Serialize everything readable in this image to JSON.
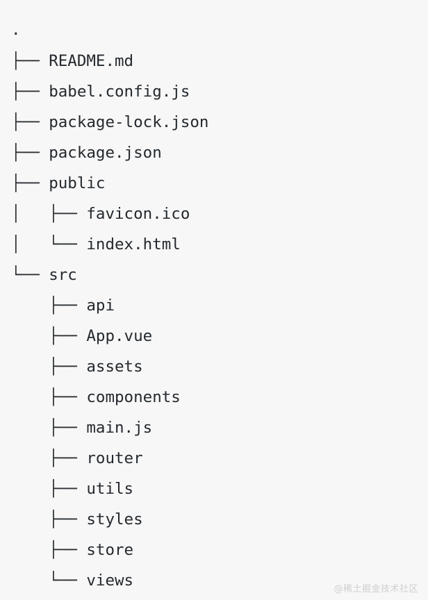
{
  "document": {
    "type": "directory-tree-output",
    "background_color": "#f7f7f7",
    "text_color": "#24292e",
    "root": "."
  },
  "tree": {
    "lines": [
      {
        "prefix": "",
        "name": ".",
        "depth": 0,
        "kind": "root"
      },
      {
        "prefix": "├── ",
        "name": "README.md",
        "depth": 1,
        "kind": "file"
      },
      {
        "prefix": "├── ",
        "name": "babel.config.js",
        "depth": 1,
        "kind": "file"
      },
      {
        "prefix": "├── ",
        "name": "package-lock.json",
        "depth": 1,
        "kind": "file"
      },
      {
        "prefix": "├── ",
        "name": "package.json",
        "depth": 1,
        "kind": "file"
      },
      {
        "prefix": "├── ",
        "name": "public",
        "depth": 1,
        "kind": "directory"
      },
      {
        "prefix": "│   ├── ",
        "name": "favicon.ico",
        "depth": 2,
        "kind": "file"
      },
      {
        "prefix": "│   └── ",
        "name": "index.html",
        "depth": 2,
        "kind": "file"
      },
      {
        "prefix": "└── ",
        "name": "src",
        "depth": 1,
        "kind": "directory"
      },
      {
        "prefix": "    ├── ",
        "name": "api",
        "depth": 2,
        "kind": "directory"
      },
      {
        "prefix": "    ├── ",
        "name": "App.vue",
        "depth": 2,
        "kind": "file"
      },
      {
        "prefix": "    ├── ",
        "name": "assets",
        "depth": 2,
        "kind": "directory"
      },
      {
        "prefix": "    ├── ",
        "name": "components",
        "depth": 2,
        "kind": "directory"
      },
      {
        "prefix": "    ├── ",
        "name": "main.js",
        "depth": 2,
        "kind": "file"
      },
      {
        "prefix": "    ├── ",
        "name": "router",
        "depth": 2,
        "kind": "directory"
      },
      {
        "prefix": "    ├── ",
        "name": "utils",
        "depth": 2,
        "kind": "directory"
      },
      {
        "prefix": "    ├── ",
        "name": "styles",
        "depth": 2,
        "kind": "directory"
      },
      {
        "prefix": "    ├── ",
        "name": "store",
        "depth": 2,
        "kind": "directory"
      },
      {
        "prefix": "    └── ",
        "name": "views",
        "depth": 2,
        "kind": "directory"
      }
    ]
  },
  "watermark": {
    "text": "@稀土掘金技术社区"
  }
}
